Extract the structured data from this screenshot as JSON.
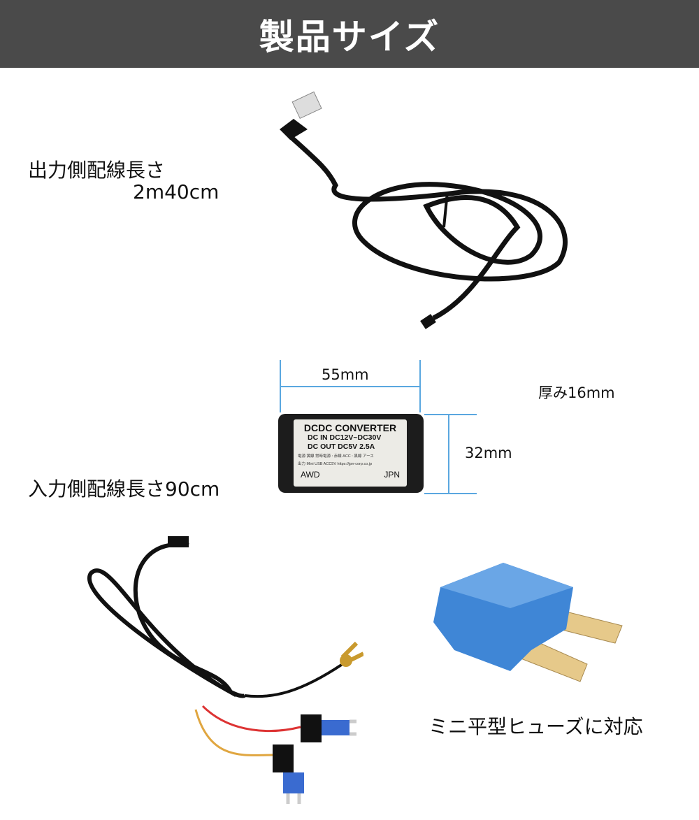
{
  "header": {
    "title": "製品サイズ"
  },
  "output_cable": {
    "label": "出力側配線長さ",
    "length": "2m40cm"
  },
  "converter": {
    "width": "55mm",
    "height": "32mm",
    "thickness": "厚み16mm",
    "plate": {
      "title": "DCDC CONVERTER",
      "line1": "DC IN  DC12V~DC30V",
      "line2": "DC OUT  DC5V 2.5A",
      "small1": "電源 黄線 常時電源 : 赤線 ACC : 黒線 アース",
      "small2": "出力 Mini USB  ACC5V  https://jpn-corp.co.jp",
      "logo_left": "AWD",
      "logo_right": "JPN"
    }
  },
  "input_cable": {
    "label": "入力側配線長さ90cm"
  },
  "fuse": {
    "label": "ミニ平型ヒューズに対応",
    "color": "#3f86d6"
  },
  "colors": {
    "banner": "#4a4a4a",
    "dimension_line": "#5aa7e0"
  }
}
